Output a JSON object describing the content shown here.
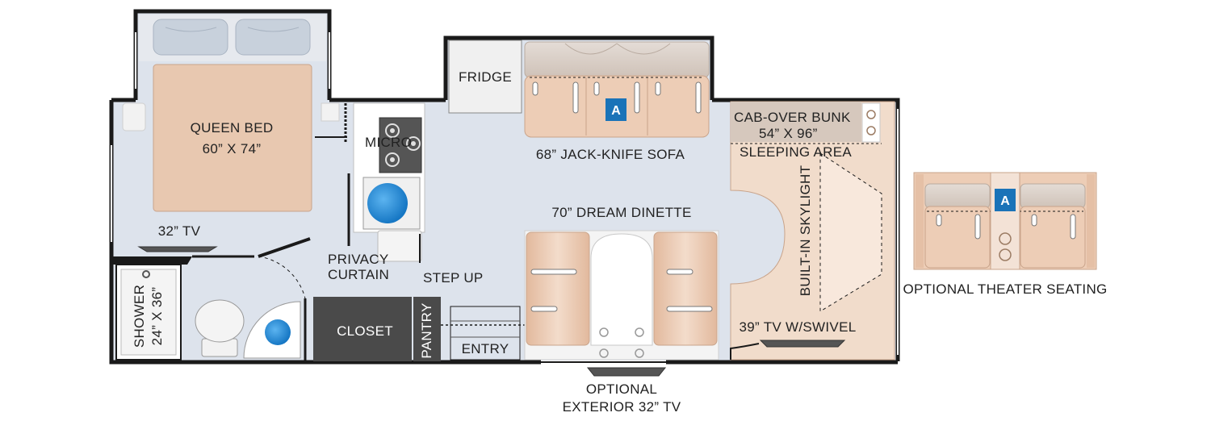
{
  "labels": {
    "queen_bed_1": "QUEEN BED",
    "queen_bed_2": "60” X 74”",
    "tv_bedroom": "32” TV",
    "micro": "MICRO",
    "privacy_1": "PRIVACY",
    "privacy_2": "CURTAIN",
    "step_up": "STEP UP",
    "fridge": "FRIDGE",
    "sofa": "68” JACK-KNIFE SOFA",
    "dinette": "70” DREAM DINETTE",
    "cab_bunk_1": "CAB-OVER BUNK",
    "cab_bunk_2": "54” X 96”",
    "sleeping_area": "SLEEPING AREA",
    "skylight": "BUILT-IN SKYLIGHT",
    "tv_swivel": "39” TV W/SWIVEL",
    "shower_1": "SHOWER",
    "shower_2": "24” X 36”",
    "closet": "CLOSET",
    "pantry": "PANTRY",
    "entry": "ENTRY",
    "ext_tv_1": "OPTIONAL",
    "ext_tv_2": "EXTERIOR 32” TV",
    "theater": "OPTIONAL THEATER SEATING",
    "badge_sofa": "A",
    "badge_theater": "A"
  },
  "colors": {
    "floor": "#dde3ec",
    "wall": "#1a1a1a",
    "furniture": "#e9c9b1",
    "cushion": "#d9ccc4",
    "cabinet": "#4a4a4a",
    "badge": "#1a73b8",
    "basin": "#2d8fd6"
  }
}
